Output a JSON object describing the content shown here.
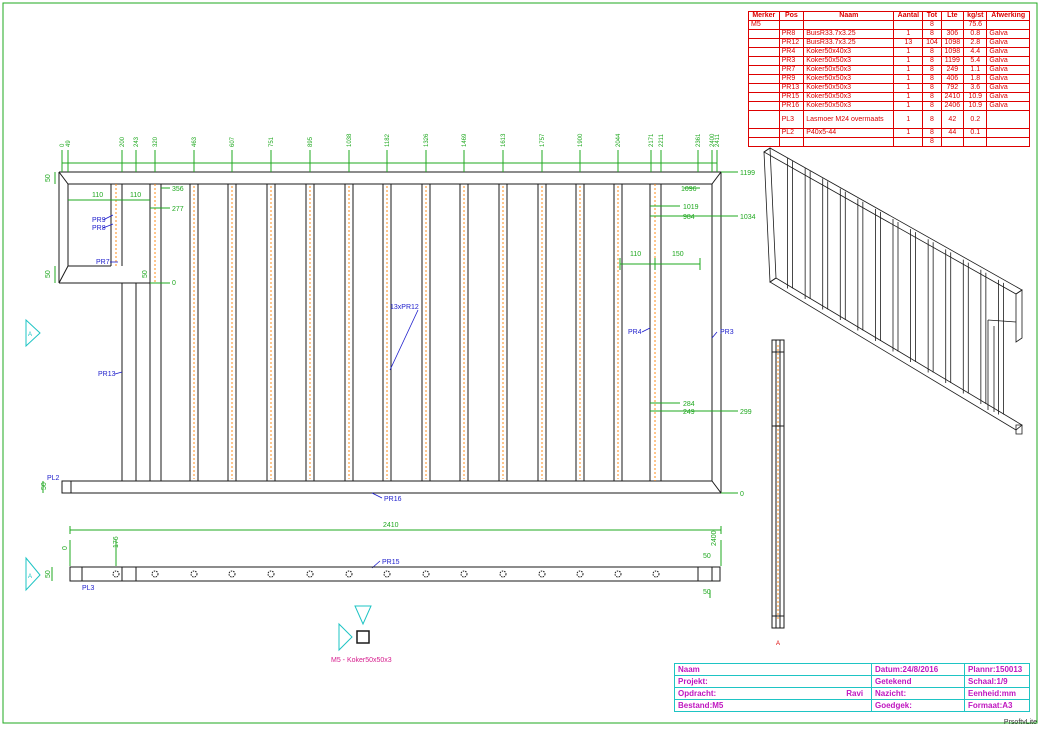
{
  "bom": {
    "headers": [
      "Merker",
      "Pos",
      "Naam",
      "Aantal",
      "Tot",
      "Lte",
      "kg/st",
      "Afwerking"
    ],
    "rows": [
      {
        "merker": "M5",
        "pos": "",
        "naam": "",
        "aantal": "",
        "tot": "8",
        "lte": "",
        "kg": "75.6",
        "afw": ""
      },
      {
        "merker": "",
        "pos": "PR8",
        "naam": "BuisR33.7x3.25",
        "aantal": "1",
        "tot": "8",
        "lte": "306",
        "kg": "0.8",
        "afw": "Galva"
      },
      {
        "merker": "",
        "pos": "PR12",
        "naam": "BuisR33.7x3.25",
        "aantal": "13",
        "tot": "104",
        "lte": "1098",
        "kg": "2.8",
        "afw": "Galva"
      },
      {
        "merker": "",
        "pos": "PR4",
        "naam": "Koker50x40x3",
        "aantal": "1",
        "tot": "8",
        "lte": "1098",
        "kg": "4.4",
        "afw": "Galva"
      },
      {
        "merker": "",
        "pos": "PR3",
        "naam": "Koker50x50x3",
        "aantal": "1",
        "tot": "8",
        "lte": "1199",
        "kg": "5.4",
        "afw": "Galva"
      },
      {
        "merker": "",
        "pos": "PR7",
        "naam": "Koker50x50x3",
        "aantal": "1",
        "tot": "8",
        "lte": "249",
        "kg": "1.1",
        "afw": "Galva"
      },
      {
        "merker": "",
        "pos": "PR9",
        "naam": "Koker50x50x3",
        "aantal": "1",
        "tot": "8",
        "lte": "406",
        "kg": "1.8",
        "afw": "Galva"
      },
      {
        "merker": "",
        "pos": "PR13",
        "naam": "Koker50x50x3",
        "aantal": "1",
        "tot": "8",
        "lte": "792",
        "kg": "3.6",
        "afw": "Galva"
      },
      {
        "merker": "",
        "pos": "PR15",
        "naam": "Koker50x50x3",
        "aantal": "1",
        "tot": "8",
        "lte": "2410",
        "kg": "10.9",
        "afw": "Galva"
      },
      {
        "merker": "",
        "pos": "PR16",
        "naam": "Koker50x50x3",
        "aantal": "1",
        "tot": "8",
        "lte": "2406",
        "kg": "10.9",
        "afw": "Galva"
      },
      {
        "merker": "",
        "pos": "PL3",
        "naam": "Lasmoer M24 overmaats",
        "aantal": "1",
        "tot": "8",
        "lte": "42",
        "kg": "0.2",
        "afw": "",
        "tall": true
      },
      {
        "merker": "",
        "pos": "PL2",
        "naam": "P40x5-44",
        "aantal": "1",
        "tot": "8",
        "lte": "44",
        "kg": "0.1",
        "afw": ""
      },
      {
        "merker": "",
        "pos": "",
        "naam": "",
        "aantal": "",
        "tot": "8",
        "lte": "",
        "kg": "",
        "afw": ""
      }
    ]
  },
  "top_dims": [
    "0",
    "49",
    "200",
    "243",
    "320",
    "463",
    "607",
    "751",
    "895",
    "1038",
    "1182",
    "1326",
    "1469",
    "1613",
    "1757",
    "1900",
    "2044",
    "2171",
    "2211",
    "2361",
    "2400",
    "2411"
  ],
  "right_dims": {
    "d1199": "1199",
    "d1096": "1096",
    "d1019": "1019",
    "d984": "984",
    "d1034": "1034",
    "d284": "284",
    "d249": "249",
    "d299": "299",
    "d0": "0"
  },
  "left_dims": {
    "d356": "356",
    "d277": "277",
    "d0": "0",
    "d50a": "50",
    "d50b": "50",
    "d50c": "50",
    "d50d": "50",
    "d110a": "110",
    "d110b": "110",
    "d110c": "110",
    "d150": "150"
  },
  "labels": {
    "pr9": "PR9",
    "pr8": "PR8",
    "pr7": "PR7",
    "pr13": "PR13",
    "pr12": "13xPR12",
    "pr4": "PR4",
    "pr3": "PR3",
    "pr16": "PR16",
    "pr15": "PR15",
    "pl2": "PL2",
    "pl3": "PL3",
    "marker_a": "A",
    "section_a": "A",
    "section_a2": "A"
  },
  "bottom_dims": {
    "total": "2410",
    "d2400": "2400",
    "d176": "176",
    "d50l": "50",
    "d50r": "50",
    "d50b": "50",
    "d0": "0"
  },
  "member_label": "M5 - Koker50x50x3",
  "title_block": {
    "naam_lbl": "Naam",
    "project_lbl": "Projekt:",
    "opdracht_lbl": "Opdracht:",
    "opdracht_val": "Ravi",
    "bestand_lbl": "Bestand:M5",
    "datum": "Datum:24/8/2016",
    "getekend": "Getekend",
    "nazicht": "Nazicht:",
    "goedgek": "Goedgek:",
    "plannr": "Plannr:150013",
    "schaal": "Schaal:1/9",
    "eenheid": "Eenheid:mm",
    "formaat": "Formaat:A3"
  },
  "credit": "PrsoftvLite",
  "colors": {
    "frame": "#1a1a1a",
    "dim": "#1fa81f",
    "label": "#1d1dcc",
    "pipe": "#ff8c1a",
    "red": "#dd0000",
    "magenta": "#d61a8c",
    "cyan": "#1ec4c4"
  }
}
